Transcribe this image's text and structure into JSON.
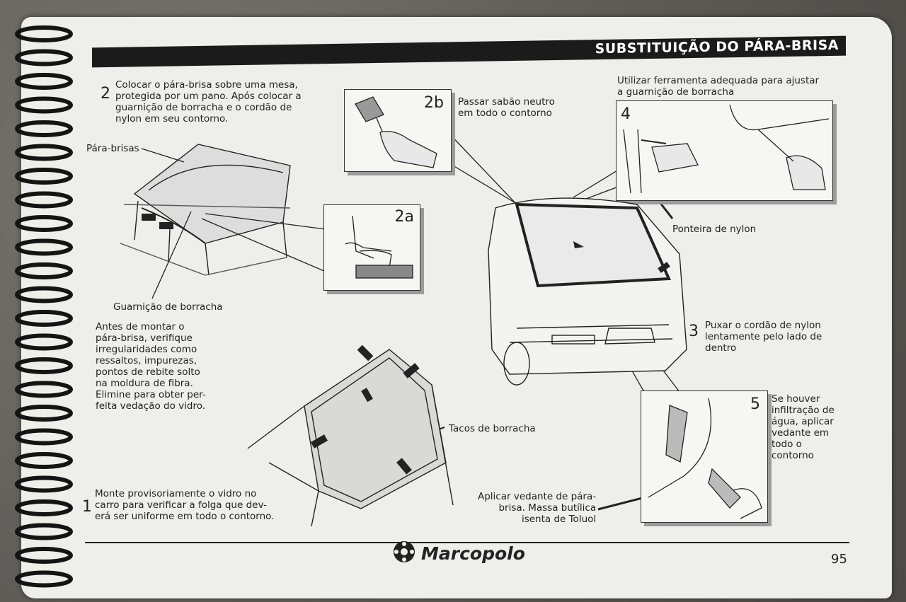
{
  "header": {
    "title": "SUBSTITUIÇÃO DO PÁRA-BRISA"
  },
  "steps": {
    "step2": {
      "number": "2",
      "text": "Colocar o pára-brisa sobre uma mesa,\nprotegida por um pano. Após colocar a\nguarnição de borracha e o cordão de\nnylon em seu contorno."
    },
    "step2b": {
      "number": "2b",
      "text": "Passar sabão neutro\nem todo o contorno"
    },
    "step2a": {
      "number": "2a"
    },
    "step4": {
      "number": "4",
      "text": "Utilizar ferramenta adequada para ajustar\na guarnição de borracha"
    },
    "step3": {
      "number": "3",
      "text": "Puxar o cordão de nylon\nlentamente pelo lado de\ndentro"
    },
    "step5": {
      "number": "5",
      "text": "Se houver\ninfiltração de\nágua, aplicar\nvedante em\ntodo o\ncontorno"
    },
    "step1": {
      "number": "1",
      "text": "Monte provisoriamente o vidro no\ncarro para verificar a folga que dev-\nerá ser uniforme em todo o contorno."
    }
  },
  "labels": {
    "para_brisas": "Pára-brisas",
    "guarnicao": "Guarnição de borracha",
    "ponteira": "Ponteira de nylon",
    "tacos": "Tacos de borracha",
    "vedante": "Aplicar vedante de pára-\nbrisa. Massa butílica\nisenta de Toluol"
  },
  "note": {
    "text": "Antes de montar o\npára-brisa, verifique\nirregularidades como\nressaltos, impurezas,\npontos de rebite solto\nna moldura de fibra.\nElimine para obter per-\nfeita vedação do vidro."
  },
  "footer": {
    "brand": "Marcopolo",
    "page_number": "95"
  }
}
